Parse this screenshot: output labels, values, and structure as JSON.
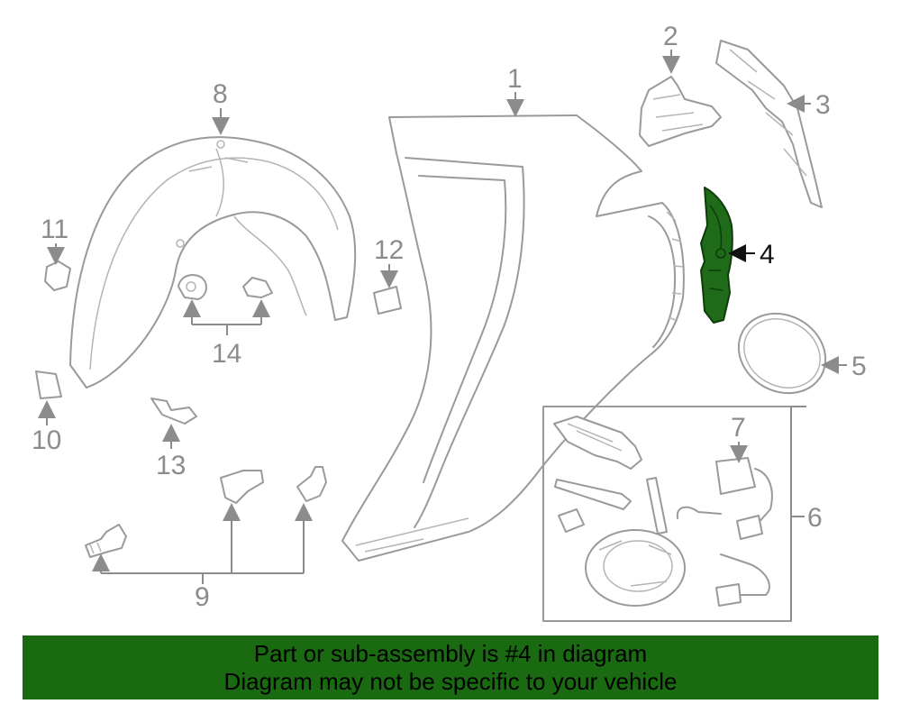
{
  "diagram": {
    "highlighted_callout": "4",
    "callouts": {
      "c1": "1",
      "c2": "2",
      "c3": "3",
      "c4": "4",
      "c5": "5",
      "c6": "6",
      "c7": "7",
      "c8": "8",
      "c9": "9",
      "c10": "10",
      "c11": "11",
      "c12": "12",
      "c13": "13",
      "c14": "14"
    },
    "colors": {
      "outline": "#9a9a9a",
      "highlight": "#1f6b1a",
      "banner": "#1a6a12"
    }
  },
  "footer": {
    "line1": "Part or sub-assembly is #4 in diagram",
    "line2": "Diagram may not be specific to your vehicle"
  }
}
